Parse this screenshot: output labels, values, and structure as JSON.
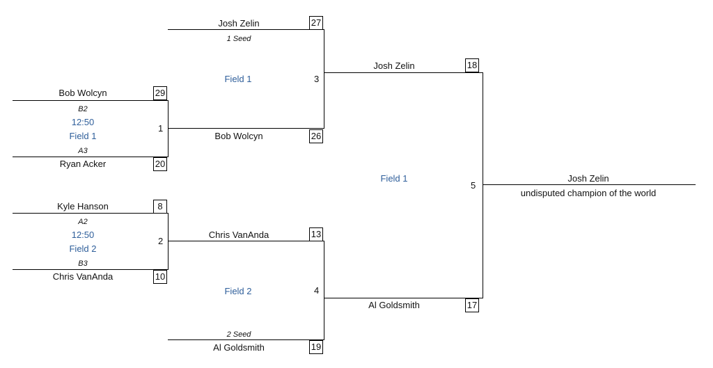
{
  "game1": {
    "number": "1",
    "top": {
      "name": "Bob Wolcyn",
      "seed": "B2",
      "score": "29"
    },
    "bottom": {
      "name": "Ryan Acker",
      "seed": "A3",
      "score": "20"
    },
    "time": "12:50",
    "field": "Field 1"
  },
  "game2": {
    "number": "2",
    "top": {
      "name": "Kyle Hanson",
      "seed": "A2",
      "score": "8"
    },
    "bottom": {
      "name": "Chris VanAnda",
      "seed": "B3",
      "score": "10"
    },
    "time": "12:50",
    "field": "Field 2"
  },
  "game3": {
    "number": "3",
    "top": {
      "name": "Josh Zelin",
      "seed": "1 Seed",
      "score": "27"
    },
    "bottom": {
      "name": "Bob Wolcyn",
      "score": "26"
    },
    "field": "Field 1"
  },
  "game4": {
    "number": "4",
    "top": {
      "name": "Chris VanAnda",
      "score": "13"
    },
    "bottom": {
      "name": "Al Goldsmith",
      "seed": "2 Seed",
      "score": "19"
    },
    "field": "Field 2"
  },
  "game5": {
    "number": "5",
    "top": {
      "name": "Josh Zelin",
      "score": "18"
    },
    "bottom": {
      "name": "Al Goldsmith",
      "score": "17"
    },
    "field": "Field 1"
  },
  "champion": {
    "name": "Josh Zelin",
    "subtitle": "undisputed champion of the world"
  }
}
